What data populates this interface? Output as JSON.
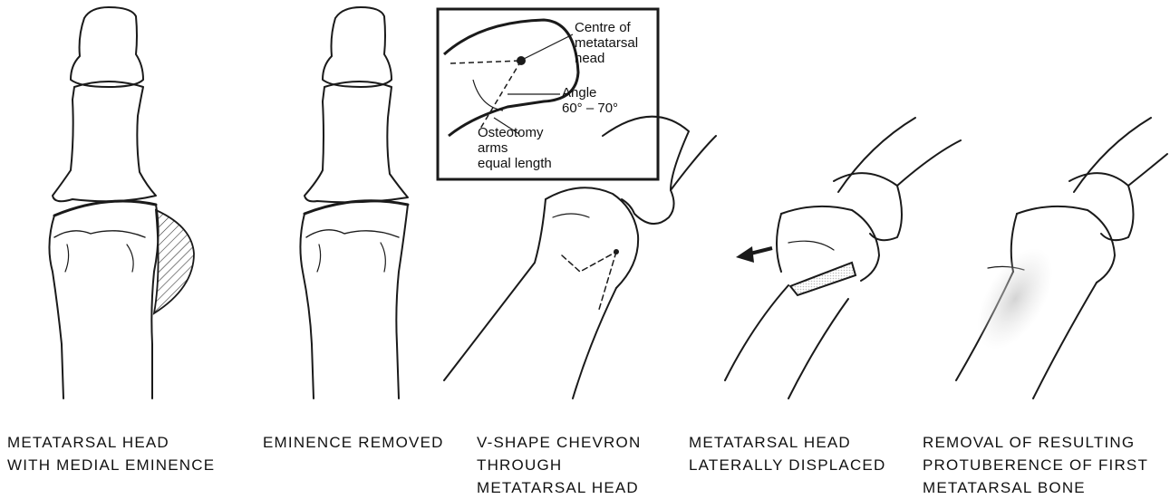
{
  "panels": [
    {
      "caption_lines": [
        "METATARSAL HEAD",
        "WITH MEDIAL EMINENCE"
      ]
    },
    {
      "caption_lines": [
        "EMINENCE REMOVED"
      ]
    },
    {
      "caption_lines": [
        "V-SHAPE CHEVRON",
        "THROUGH",
        "METATARSAL HEAD"
      ]
    },
    {
      "caption_lines": [
        "METATARSAL HEAD",
        "LATERALLY DISPLACED"
      ]
    },
    {
      "caption_lines": [
        "REMOVAL OF RESULTING",
        "PROTUBERENCE OF FIRST",
        "METATARSAL BONE"
      ]
    }
  ],
  "inset": {
    "centre_label": [
      "Centre of",
      "metatarsal",
      "head"
    ],
    "angle_label": [
      "Angle",
      "60° – 70°"
    ],
    "osteotomy_label": [
      "Osteotomy",
      "arms",
      "equal length"
    ]
  },
  "colors": {
    "line": "#1a1a1a",
    "hatch": "#333333",
    "shade": "#c8c8c8",
    "background": "#ffffff"
  }
}
